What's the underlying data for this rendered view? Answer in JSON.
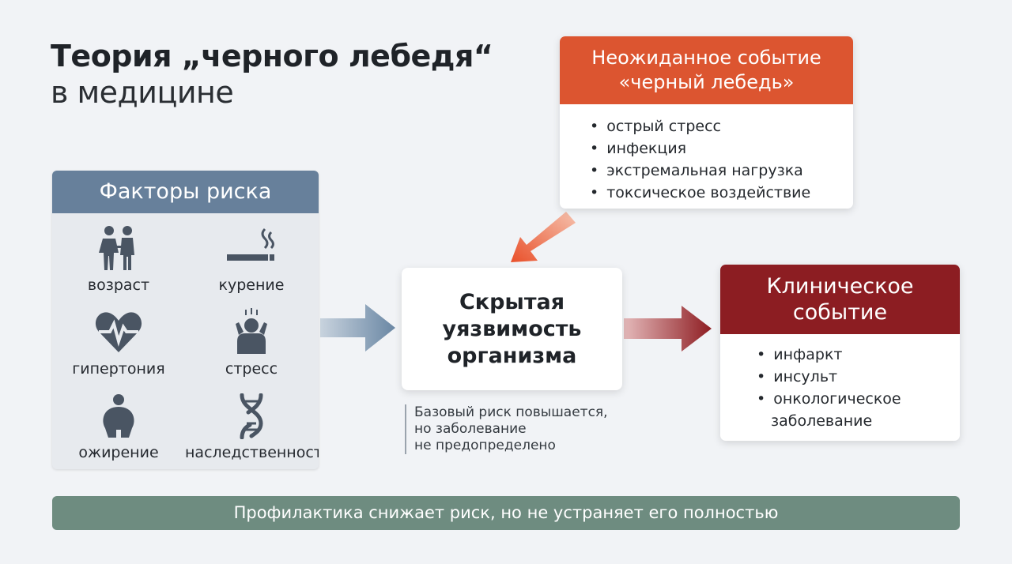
{
  "title": {
    "line1": "Теория „черного лебедя“",
    "line2": "в медицине"
  },
  "risk_factors": {
    "heading": "Факторы риска",
    "items": [
      {
        "label": "возраст",
        "icon": "elderly-couple-icon"
      },
      {
        "label": "курение",
        "icon": "cigarette-icon"
      },
      {
        "label": "гипертония",
        "icon": "heart-pulse-icon"
      },
      {
        "label": "стресс",
        "icon": "stressed-person-icon"
      },
      {
        "label": "ожирение",
        "icon": "obese-person-icon"
      },
      {
        "label": "наследственность",
        "icon": "dna-icon"
      }
    ]
  },
  "center": {
    "line1": "Скрытая",
    "line2": "уязвимость",
    "line3": "организма"
  },
  "note": {
    "line1": "Базовый риск повышается,",
    "line2": "но заболевание",
    "line3": "не предопределено"
  },
  "black_swan": {
    "heading_line1": "Неожиданное событие",
    "heading_line2": "«черный лебедь»",
    "items": [
      "острый стресс",
      "инфекция",
      "экстремальная нагрузка",
      "токсическое воздействие"
    ]
  },
  "clinical": {
    "heading_line1": "Клиническое",
    "heading_line2": "событие",
    "items": [
      "инфаркт",
      "инсульт",
      "онкологическое заболевание"
    ]
  },
  "banner": {
    "text": "Профилактика снижает риск, но не устраняет его полностью"
  },
  "colors": {
    "risk_header": "#67809b",
    "swan_header": "#dc5530",
    "clinical_header": "#8c1d22",
    "banner": "#6e8c80",
    "background": "#f1f3f6"
  }
}
